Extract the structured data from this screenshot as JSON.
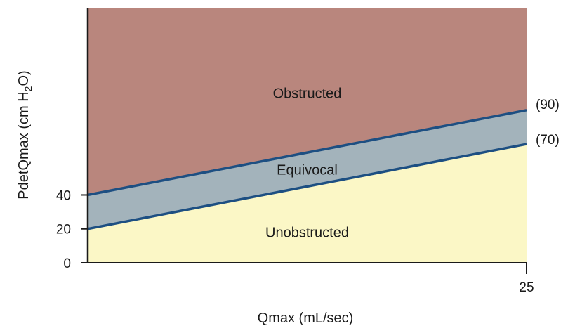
{
  "chart_data": {
    "type": "area",
    "xlabel": "Qmax (mL/sec)",
    "ylabel_main": "PdetQmax (cm H",
    "ylabel_sub": "2",
    "ylabel_tail": "O)",
    "xlim": [
      0,
      25
    ],
    "ylim": [
      0,
      150
    ],
    "x_ticks": [
      25
    ],
    "y_ticks": [
      0,
      20,
      40
    ],
    "lines": [
      {
        "name": "(90)",
        "x": [
          0,
          25
        ],
        "y": [
          40,
          90
        ]
      },
      {
        "name": "(70)",
        "x": [
          0,
          25
        ],
        "y": [
          20,
          70
        ]
      }
    ],
    "regions": [
      {
        "name": "Obstructed",
        "label_x": 12.5,
        "label_y": 100
      },
      {
        "name": "Equivocal",
        "label_x": 12.5,
        "label_y": 55
      },
      {
        "name": "Unobstructed",
        "label_x": 12.5,
        "label_y": 18
      }
    ],
    "colors": {
      "obstructed": "#b9867d",
      "equivocal": "#a3b3bb",
      "unobstructed": "#fbf7c6",
      "line": "#1d4f82",
      "axis": "#1a1a1a"
    },
    "grid": false
  }
}
